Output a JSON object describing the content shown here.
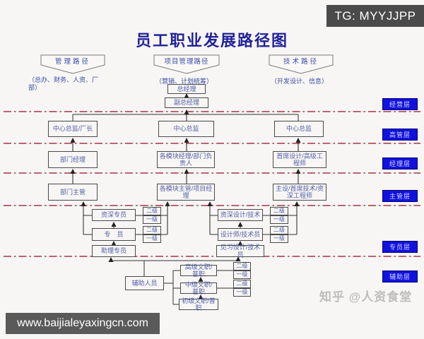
{
  "title": "员工职业发展路径图",
  "watermarks": {
    "tg": "TG: MYYJJPP",
    "url": "www.baijialeyaxingcn.com",
    "zhihu": "知乎 @人资食堂"
  },
  "paths": [
    {
      "label": "管理路径",
      "scope": "（总办、财务、人资、厂部）"
    },
    {
      "label": "项目管理路径",
      "scope": "（营销、计划统筹）"
    },
    {
      "label": "技术路径",
      "scope": "（开发设计、信息）"
    }
  ],
  "levels": [
    "经营层",
    "高管层",
    "经理层",
    "主管层",
    "专员层",
    "辅助层"
  ],
  "nodes": {
    "gm": "总经理",
    "dgm": "副总经理",
    "row2": [
      "中心总监/厂长",
      "中心总监",
      "中心总监"
    ],
    "row3": [
      "部门经理",
      "各模块经理/部门负责人",
      "首席设计/高级工程师"
    ],
    "row4": [
      "部门主管",
      "各模块主管/项目经理",
      "主设/首席技术/资深工程师"
    ],
    "spec_left": [
      "资深专员",
      "专　员",
      "助理专员"
    ],
    "spec_right": [
      "资深设计/技术",
      "设计师/技术员",
      "见习设计/技术员"
    ],
    "aux": "辅助人员",
    "clerical": [
      "高级文职/普职",
      "中级文职/普职",
      "初级文职/普职"
    ],
    "grade2": "二级",
    "grade1": "一级"
  }
}
